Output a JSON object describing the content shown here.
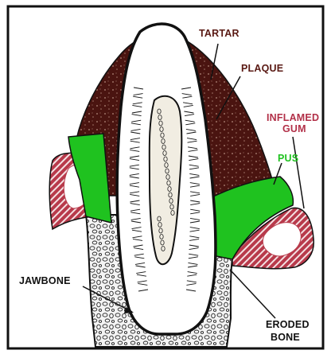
{
  "labels": {
    "tartar": "TARTAR",
    "plaque": "PLAQUE",
    "inflamed_gum": [
      "INFLAMED",
      "GUM"
    ],
    "pus": "PUS",
    "jawbone": "JAWBONE",
    "eroded_bone": [
      "ERODED",
      "BONE"
    ]
  },
  "colors": {
    "border": "#111111",
    "tartar": "#4a1410",
    "plaque": "#5b1a14",
    "gum": "#b83a4b",
    "gum_hatch": "#e9c9cf",
    "pus": "#1fc21f",
    "bone_bg": "#f3f3f3",
    "tooth": "#ffffff",
    "pulp": "#f1ede2",
    "text_dark": "#111111",
    "text_brown": "#5a1a14",
    "text_red": "#b23048",
    "text_green": "#1fc21f"
  },
  "icons": [
    "tooth-icon"
  ]
}
